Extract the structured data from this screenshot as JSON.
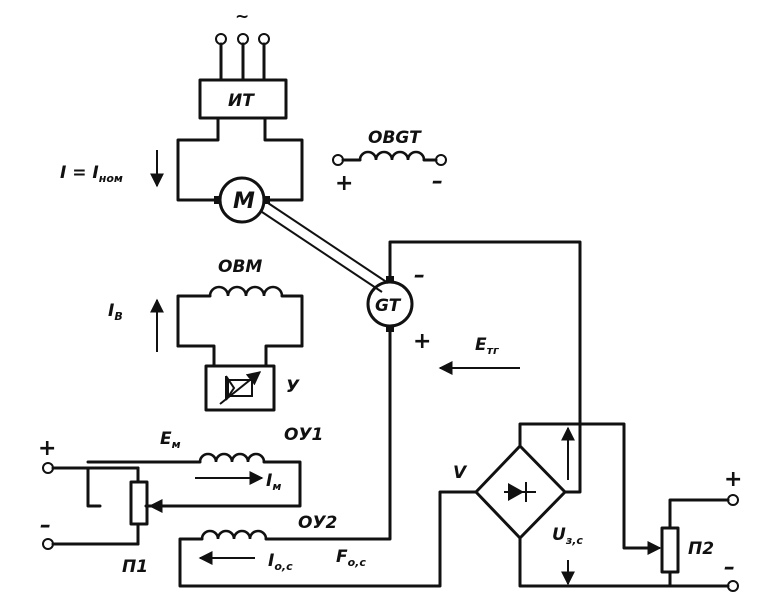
{
  "labels": {
    "ac_symbol": "~",
    "it": "ИТ",
    "motor": "M",
    "current_main": "I = I",
    "current_main_sub": "ном",
    "obgt": "OBGT",
    "obgt_plus": "+",
    "obgt_minus": "–",
    "gt": "GT",
    "gt_minus": "–",
    "gt_plus": "+",
    "e_tg": "E",
    "e_tg_sub": "тг",
    "obm": "OBM",
    "i_b": "I",
    "i_b_sub": "B",
    "y": "У",
    "ou1": "ОУ1",
    "e_m": "E",
    "e_m_sub": "м",
    "i_m": "I",
    "i_m_sub": "м",
    "p1": "П1",
    "p1_plus": "+",
    "p1_minus": "–",
    "ou2": "ОУ2",
    "i_oc": "I",
    "i_oc_sub": "о,с",
    "f_oc": "F",
    "f_oc_sub": "о,с",
    "v": "V",
    "u_zc": "U",
    "u_zc_sub": "з,с",
    "p2": "П2",
    "p2_plus": "+",
    "p2_minus": "–"
  }
}
